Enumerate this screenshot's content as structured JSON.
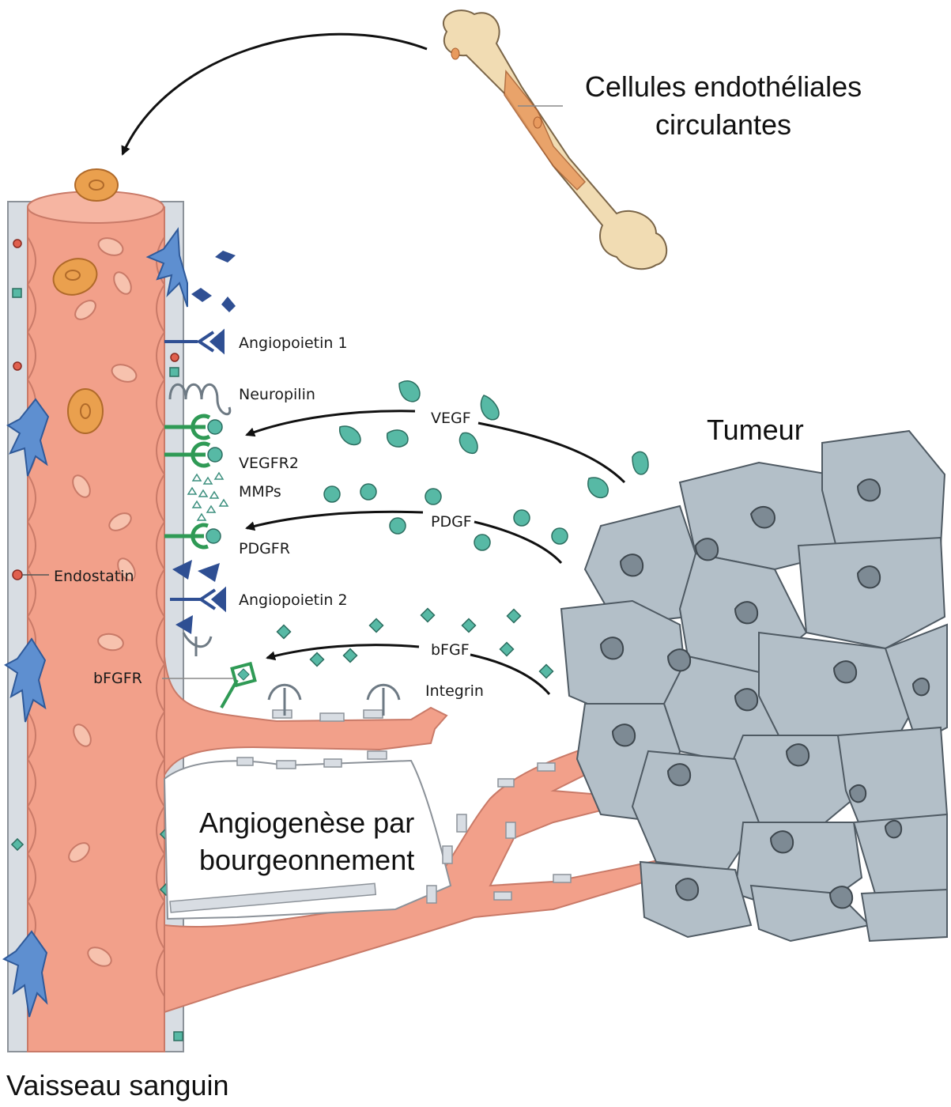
{
  "labels": {
    "cec_line1": "Cellules endothéliales",
    "cec_line2": "circulantes",
    "tumour": "Tumeur",
    "sprouting_line1": "Angiogenèse par",
    "sprouting_line2": "bourgeonnement",
    "vessel": "Vaisseau sanguin",
    "angiopoietin1": "Angiopoietin 1",
    "neuropilin": "Neuropilin",
    "vegf": "VEGF",
    "vegfr2": "VEGFR2",
    "mmps": "MMPs",
    "pdgf": "PDGF",
    "pdgfr": "PDGFR",
    "endostatin": "Endostatin",
    "angiopoietin2": "Angiopoietin 2",
    "bfgf": "bFGF",
    "bfgfr": "bFGFR",
    "integrin": "Integrin"
  },
  "colors": {
    "vessel_fill": "#f2a08a",
    "vessel_wall": "#c97a68",
    "basement": "#d8dde3",
    "bone": "#f1dcb3",
    "bone_inner": "#e89a5e",
    "tumour_cell": "#b3bfc8",
    "tumour_nucleus": "#7d8a94",
    "teal": "#57b9a5",
    "navy": "#2f4f93",
    "pericyte": "#5e8fd0",
    "ec_orange": "#eaa04e",
    "green_receptor": "#2f9a55",
    "arrow": "#111111"
  },
  "icons": {
    "bone": "bone-icon",
    "pericyte": "pericyte-cell-icon",
    "tumour_cell": "tumour-cell-icon"
  }
}
